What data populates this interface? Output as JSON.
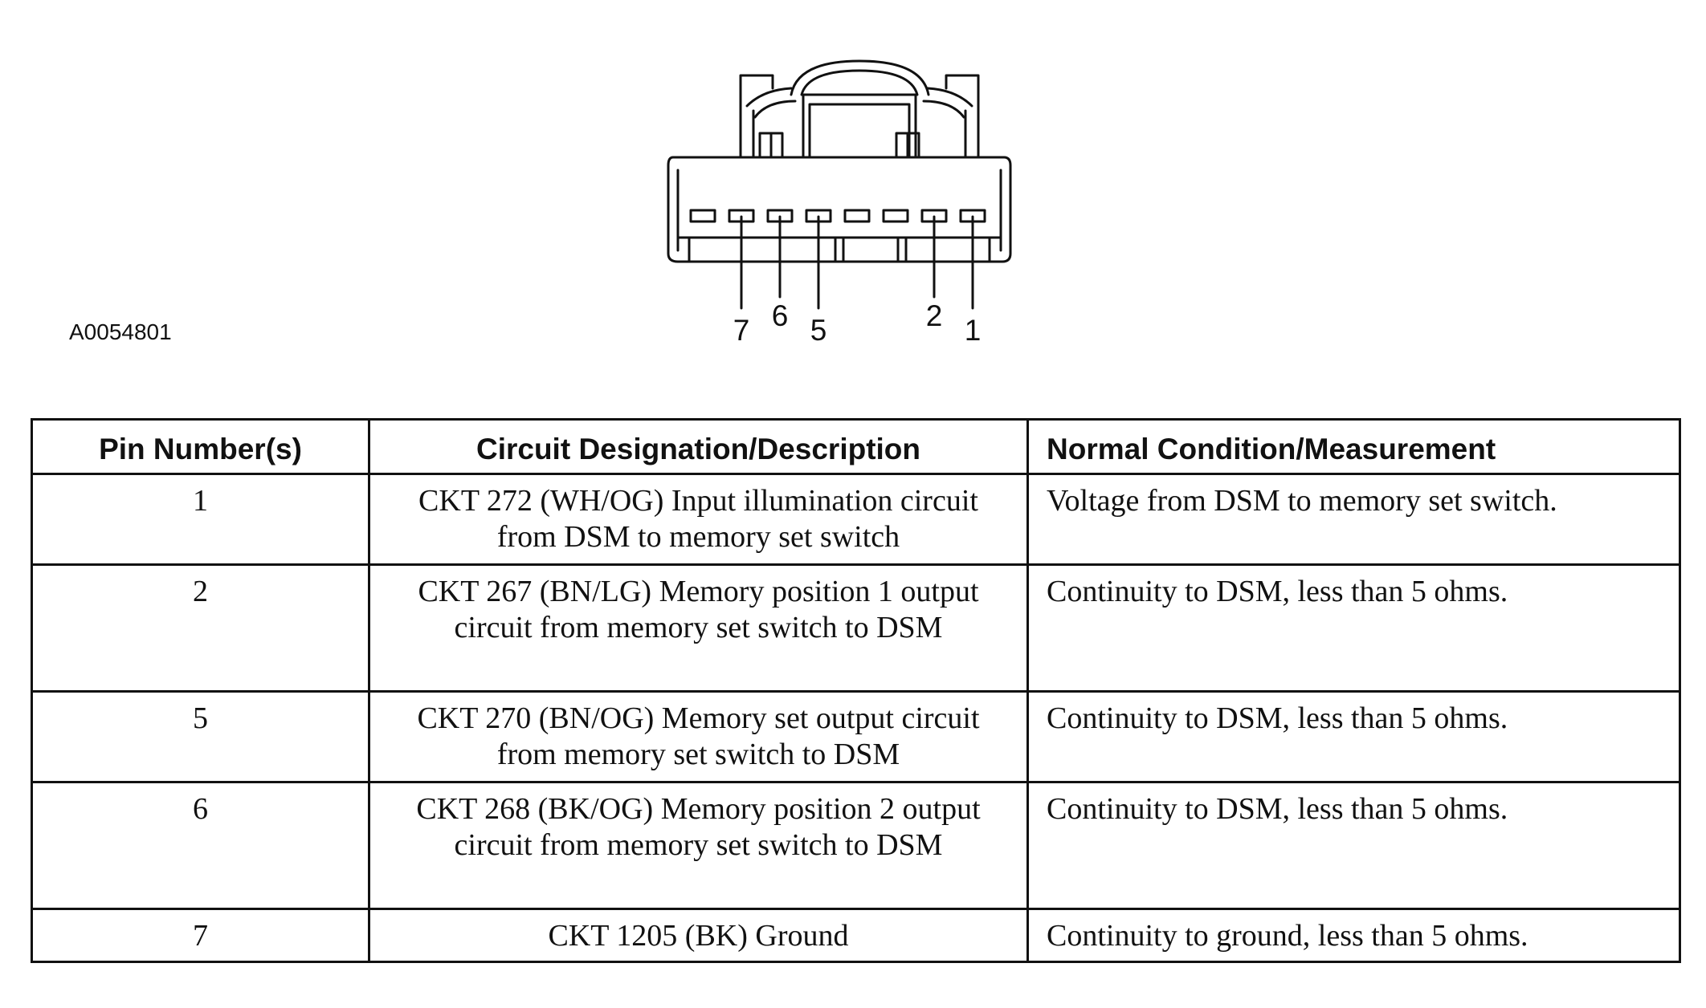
{
  "figure": {
    "id": "A0054801",
    "pin_labels": [
      "7",
      "6",
      "5",
      "2",
      "1"
    ]
  },
  "table": {
    "headers": {
      "pin": "Pin Number(s)",
      "circuit": "Circuit Designation/Description",
      "condition": "Normal Condition/Measurement"
    },
    "rows": [
      {
        "pin": "1",
        "circuit": "CKT 272 (WH/OG) Input illumination circuit from DSM to memory set switch",
        "condition": "Voltage from DSM to memory set switch."
      },
      {
        "pin": "2",
        "circuit": "CKT 267 (BN/LG) Memory position 1 output circuit from memory set switch to DSM",
        "condition": "Continuity to DSM, less than 5 ohms."
      },
      {
        "pin": "5",
        "circuit": "CKT 270 (BN/OG) Memory set output circuit from memory set switch to DSM",
        "condition": "Continuity to DSM, less than 5 ohms."
      },
      {
        "pin": "6",
        "circuit": "CKT 268 (BK/OG) Memory position 2 output circuit from memory set switch to DSM",
        "condition": "Continuity to DSM, less than 5 ohms."
      },
      {
        "pin": "7",
        "circuit": "CKT 1205 (BK) Ground",
        "condition": "Continuity to ground, less than 5 ohms."
      }
    ]
  }
}
